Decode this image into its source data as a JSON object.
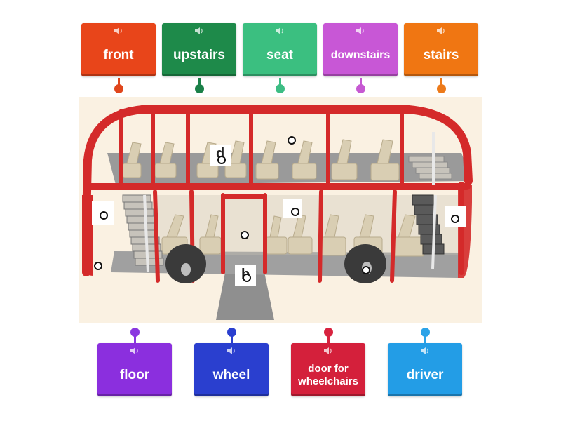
{
  "tiles_top": [
    {
      "label": "front",
      "color": "#e8451a",
      "pin": "#e0461c"
    },
    {
      "label": "upstairs",
      "color": "#1e8a4a",
      "pin": "#1a8048"
    },
    {
      "label": "seat",
      "color": "#3bbf80",
      "pin": "#3dbd84"
    },
    {
      "label": "downstairs",
      "color": "#c857d6",
      "pin": "#c659d2"
    },
    {
      "label": "stairs",
      "color": "#f07612",
      "pin": "#ed7a1a"
    }
  ],
  "tiles_bottom": [
    {
      "label": "floor",
      "color": "#8b2fde",
      "pin": "#8a38e0"
    },
    {
      "label": "wheel",
      "color": "#2a3fcf",
      "pin": "#2a3fcf"
    },
    {
      "label": "door for wheelchairs",
      "color": "#d4203b",
      "pin": "#d8233f"
    },
    {
      "label": "driver",
      "color": "#239de6",
      "pin": "#2ca3e8"
    }
  ],
  "letter_cards": {
    "card1": "d",
    "card2": "b"
  },
  "icons": {
    "speaker": "speaker-icon",
    "marker": "answer-marker-icon"
  },
  "colors": {
    "bus_red": "#d42a2a",
    "scene_bg": "#faf1e2",
    "floor_grey": "#9a9a9a",
    "seat_beige": "#d9ceb3"
  }
}
